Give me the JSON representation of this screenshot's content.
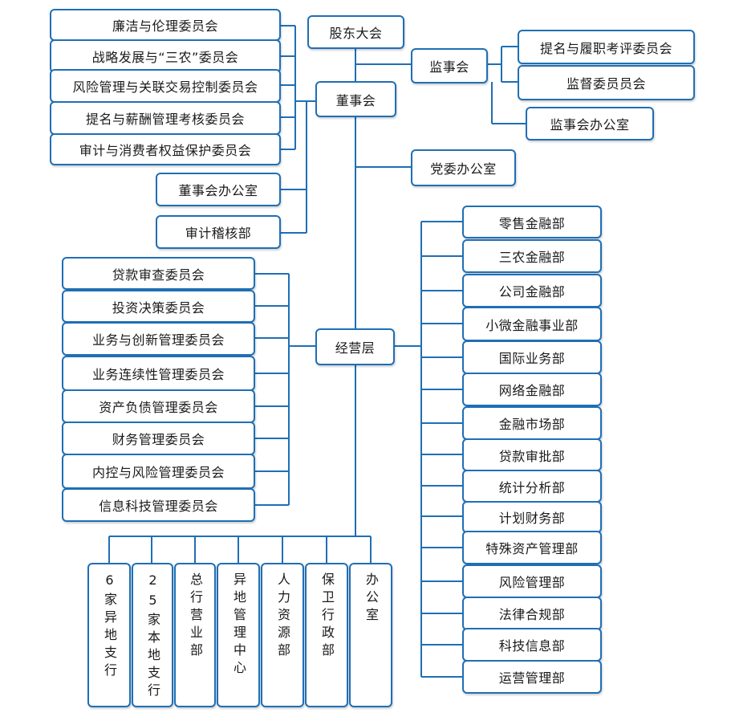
{
  "colors": {
    "border": "#1f6fb5",
    "line": "#1f6fb5",
    "text": "#1a1a1a"
  },
  "governance": {
    "shareholders": "股东大会",
    "supervisors": "监事会",
    "board": "董事会",
    "party_office": "党委办公室",
    "management": "经营层"
  },
  "board_committees": [
    "廉洁与伦理委员会",
    "战略发展与“三农”委员会",
    "风险管理与关联交易控制委员会",
    "提名与薪酬管理考核委员会",
    "审计与消费者权益保护委员会"
  ],
  "board_units": [
    "董事会办公室",
    "审计稽核部"
  ],
  "supervisor_committees": [
    "提名与履职考评委员会",
    "监督委员员会"
  ],
  "supervisor_office": "监事会办公室",
  "management_committees": [
    "贷款审查委员会",
    "投资决策委员会",
    "业务与创新管理委员会",
    "业务连续性管理委员会",
    "资产负债管理委员会",
    "财务管理委员会",
    "内控与风险管理委员会",
    "信息科技管理委员会"
  ],
  "departments": [
    "零售金融部",
    "三农金融部",
    "公司金融部",
    "小微金融事业部",
    "国际业务部",
    "网络金融部",
    "金融市场部",
    "贷款审批部",
    "统计分析部",
    "计划财务部",
    "特殊资产管理部",
    "风险管理部",
    "法律合规部",
    "科技信息部",
    "运营管理部"
  ],
  "branches": [
    "6家异地支行",
    "25家本地支行",
    "总行营业部",
    "异地管理中心",
    "人力资源部",
    "保卫行政部",
    "办公室"
  ]
}
